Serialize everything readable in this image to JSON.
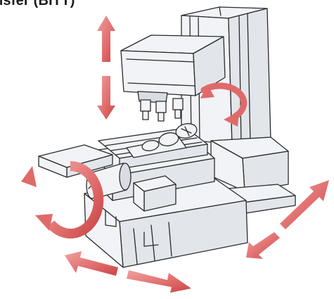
{
  "header": {
    "title": "nsfer (BITT)"
  },
  "colors": {
    "background": "#ffffff",
    "line": "#2b2b2b",
    "machine_fill": "#f1f3f6",
    "shadow_fill": "#d9dde3",
    "arrow_red": "#e06a6a",
    "arrow_red_dark": "#c94545"
  },
  "diagram": {
    "subject": "cnc-machining-center",
    "arrows": [
      {
        "name": "vertical-z-arrow",
        "axis": "Z",
        "motion": "linear"
      },
      {
        "name": "spindle-rotation-arrow",
        "axis": "spindle",
        "motion": "rotary"
      },
      {
        "name": "table-rotation-arrow",
        "axis": "A",
        "motion": "rotary"
      },
      {
        "name": "diagonal-y-arrow",
        "axis": "Y",
        "motion": "linear"
      },
      {
        "name": "horizontal-x-arrow",
        "axis": "X",
        "motion": "linear"
      }
    ]
  }
}
